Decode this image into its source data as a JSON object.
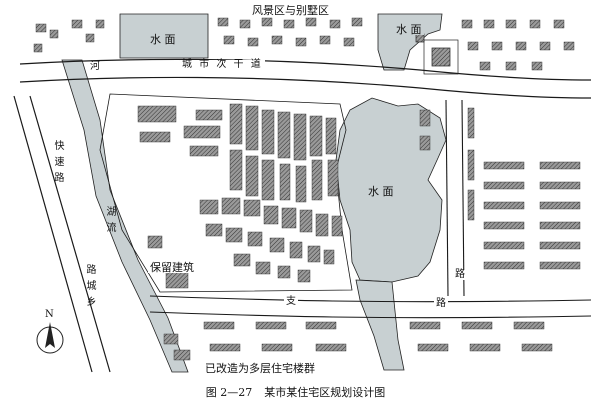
{
  "labels": {
    "scenic_area": "风景区与别墅区",
    "water_top_left": "水 面",
    "water_top_right": "水 面",
    "water_center": "水 面",
    "trunk_road": "城 市 次 干 道",
    "river_top": "河",
    "express_road": "快速路",
    "lake_stream": "湖流",
    "west_road": "路城乡",
    "east_road": "路",
    "preserved_buildings": "保留建筑",
    "branch_road_left": "支",
    "branch_road_right": "路",
    "renovated": "已改造为多层住宅楼群",
    "north": "N"
  },
  "caption": {
    "number": "图 2—27",
    "title": "某市某住宅区规划设计图"
  },
  "colors": {
    "water": "#c8d0d2",
    "road_line": "#1a1a1a",
    "building_fill": "#7f7f7f"
  }
}
